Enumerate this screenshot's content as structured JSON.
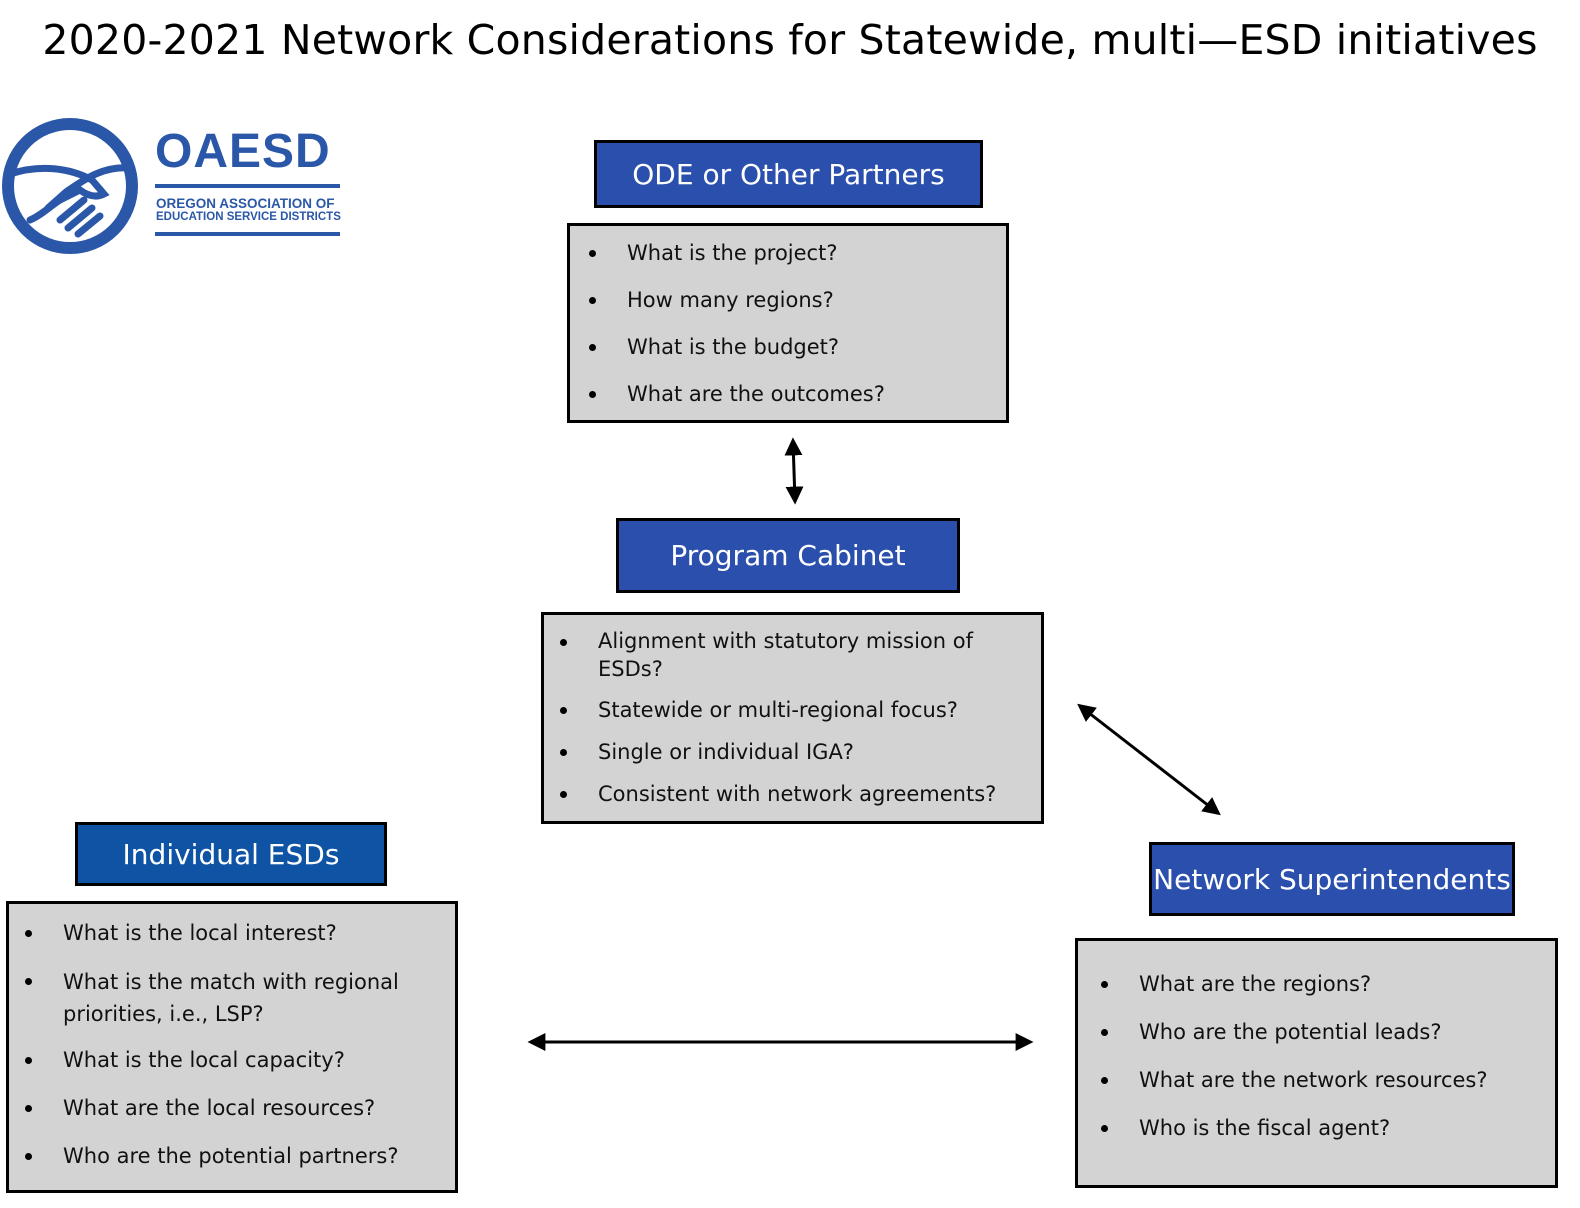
{
  "title": "2020-2021 Network Considerations for Statewide, multi—ESD initiatives",
  "logo": {
    "name": "OAESD",
    "line1": "OREGON ASSOCIATION OF",
    "line2": "EDUCATION SERVICE DISTRICTS"
  },
  "colors": {
    "header_blue": "#2a4fac",
    "header_blue_dark": "#0e53a4",
    "box_gray": "#d3d3d3",
    "logo_blue": "#2b57a8"
  },
  "nodes": {
    "ode": {
      "label": "ODE or Other Partners",
      "items": [
        "What is the project?",
        "How many regions?",
        "What is the budget?",
        "What are the outcomes?"
      ]
    },
    "cabinet": {
      "label": "Program Cabinet",
      "items": [
        "Alignment with statutory mission of ESDs?",
        "Statewide or multi-regional focus?",
        "Single or individual IGA?",
        "Consistent with network agreements?"
      ]
    },
    "esds": {
      "label": "Individual ESDs",
      "items": [
        "What is the local interest?",
        "What is the match with regional priorities, i.e., LSP?",
        "What is the local capacity?",
        "What are the local resources?",
        "Who are the potential partners?"
      ]
    },
    "supers": {
      "label": "Network Superintendents",
      "items": [
        "What are the regions?",
        "Who are the potential leads?",
        "What are the network resources?",
        "Who is the fiscal agent?"
      ]
    }
  }
}
